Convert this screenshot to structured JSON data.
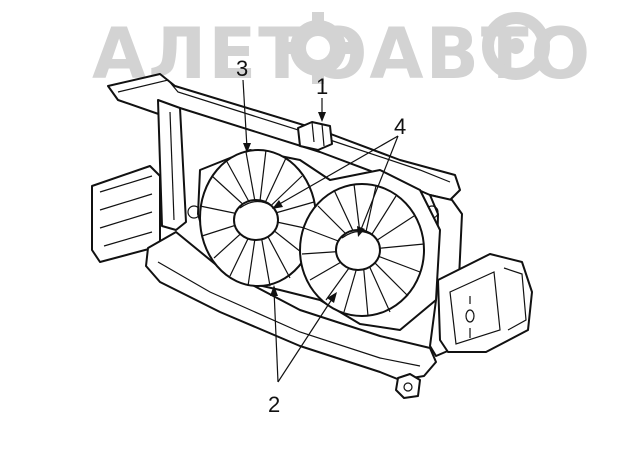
{
  "watermark": {
    "text": "АЛЕТОАВТО"
  },
  "callouts": [
    {
      "id": "1",
      "label": "1"
    },
    {
      "id": "2",
      "label": "2"
    },
    {
      "id": "3",
      "label": "3"
    },
    {
      "id": "4",
      "label": "4"
    }
  ],
  "colors": {
    "line": "#111111",
    "watermark": "#d3d3d3",
    "background": "#ffffff"
  }
}
